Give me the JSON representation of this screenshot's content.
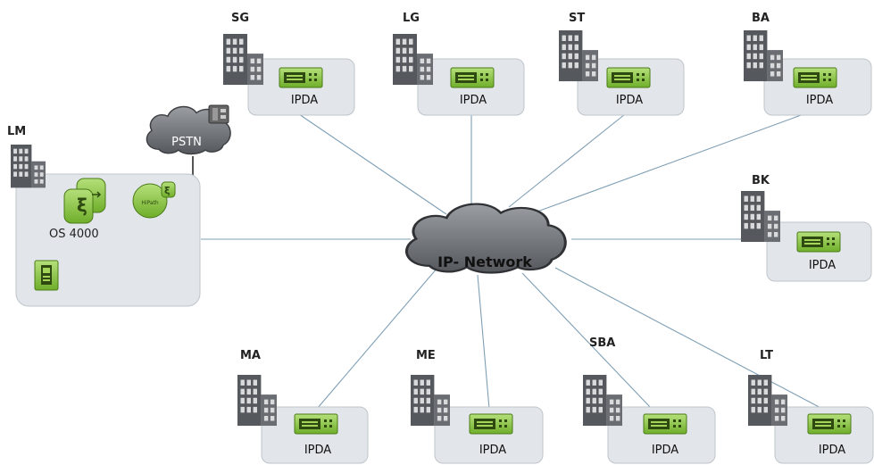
{
  "network": {
    "label": "IP- Network"
  },
  "pstn": {
    "label": "PSTN"
  },
  "main_site": {
    "name": "LM",
    "server_label": "OS 4000",
    "hg_badge": "HiPath"
  },
  "remote_sites": [
    {
      "name": "SG",
      "device": "IPDA"
    },
    {
      "name": "LG",
      "device": "IPDA"
    },
    {
      "name": "ST",
      "device": "IPDA"
    },
    {
      "name": "BA",
      "device": "IPDA"
    },
    {
      "name": "BK",
      "device": "IPDA"
    },
    {
      "name": "MA",
      "device": "IPDA"
    },
    {
      "name": "ME",
      "device": "IPDA"
    },
    {
      "name": "SBA",
      "device": "IPDA"
    },
    {
      "name": "LT",
      "device": "IPDA"
    }
  ],
  "colors": {
    "accent_green": "#8cc63f",
    "box_fill": "#e2e6ea",
    "cloud_fill": "#6d7075",
    "building": "#55595e",
    "link": "#7f9fb5"
  },
  "icons": [
    "building-icon",
    "cloud-icon",
    "gateway-device-icon",
    "phone-icon",
    "server-icon"
  ]
}
